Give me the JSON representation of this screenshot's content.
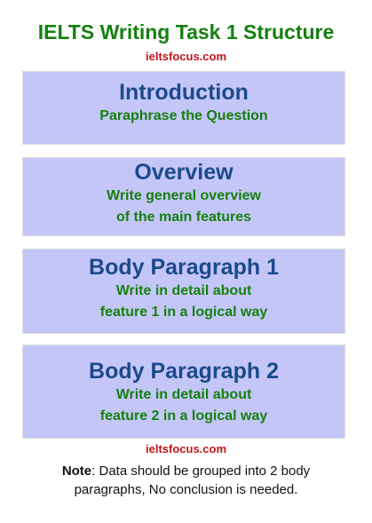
{
  "title": "IELTS Writing Task 1 Structure",
  "site_top": "ieltsfocus.com",
  "site_bottom": "ieltsfocus.com",
  "sections": [
    {
      "heading": "Introduction",
      "lines": [
        "Paraphrase the Question"
      ]
    },
    {
      "heading": "Overview",
      "lines": [
        "Write general overview",
        "of the main features"
      ]
    },
    {
      "heading": "Body Paragraph 1",
      "lines": [
        "Write in detail about",
        "feature 1 in a logical way"
      ]
    },
    {
      "heading": "Body Paragraph 2",
      "lines": [
        "Write in detail about",
        "feature 2 in a logical way"
      ]
    }
  ],
  "note": {
    "label": "Note",
    "line1": ": Data should be grouped into 2 body",
    "line2": "paragraphs, No conclusion is needed."
  },
  "colors": {
    "title": "#15800f",
    "site": "#c0161a",
    "box_bg": "#c5c6f8",
    "heading": "#1b4a8c",
    "subtext": "#15800f"
  }
}
